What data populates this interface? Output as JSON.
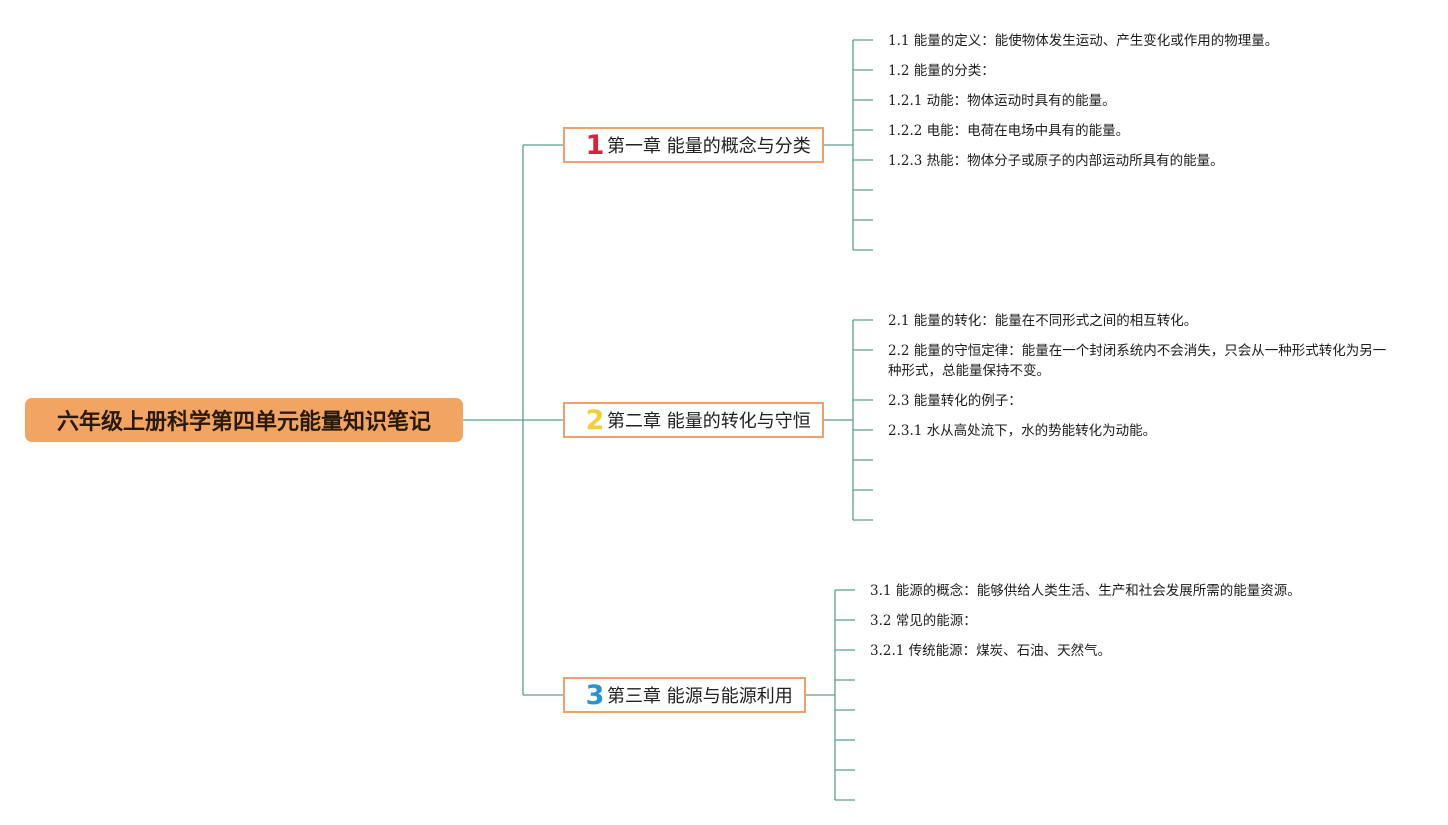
{
  "root": {
    "title": "六年级上册科学第四单元能量知识笔记"
  },
  "chapters": [
    {
      "number": "1",
      "number_color": "#d6243c",
      "title": "第一章 能量的概念与分类",
      "items": [
        "1.1 能量的定义：能使物体发生运动、产生变化或作用的物理量。",
        "1.2 能量的分类：",
        "1.2.1 动能：物体运动时具有的能量。",
        "1.2.2 电能：电荷在电场中具有的能量。",
        "1.2.3 热能：物体分子或原子的内部运动所具有的能量。",
        "",
        "",
        ""
      ]
    },
    {
      "number": "2",
      "number_color": "#f2cf3a",
      "title": "第二章 能量的转化与守恒",
      "items": [
        "2.1 能量的转化：能量在不同形式之间的相互转化。",
        "2.2 能量的守恒定律：能量在一个封闭系统内不会消失，只会从一种形式转化为另一种形式，总能量保持不变。",
        "2.3 能量转化的例子：",
        "2.3.1 水从高处流下，水的势能转化为动能。",
        "",
        "",
        ""
      ]
    },
    {
      "number": "3",
      "number_color": "#2a93d6",
      "title": "第三章 能源与能源利用",
      "items": [
        "3.1 能源的概念：能够供给人类生活、生产和社会发展所需的能量资源。",
        "3.2 常见的能源：",
        "3.2.1 传统能源：煤炭、石油、天然气。",
        "",
        "",
        "",
        "",
        ""
      ]
    }
  ],
  "colors": {
    "line": "#5f9e8e",
    "root_fill": "#f2a463",
    "chapter_border": "#f0a06a"
  }
}
